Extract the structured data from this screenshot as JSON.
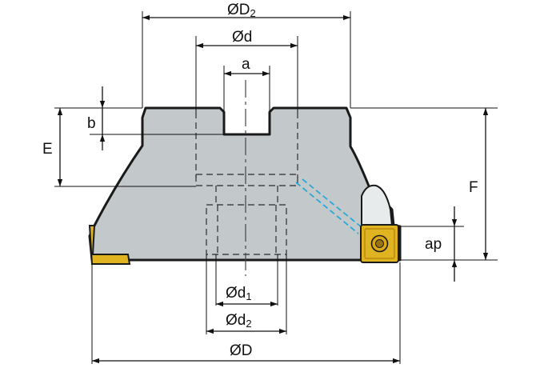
{
  "labels": {
    "D2": {
      "main": "ØD",
      "sub": "2"
    },
    "d": {
      "main": "Ød"
    },
    "a": {
      "main": "a"
    },
    "b": {
      "main": "b"
    },
    "E": {
      "main": "E"
    },
    "F": {
      "main": "F"
    },
    "ap": {
      "main": "ap"
    },
    "d1": {
      "main": "Ød",
      "sub": "1"
    },
    "d2": {
      "main": "Ød",
      "sub": "2"
    },
    "D": {
      "main": "ØD"
    }
  },
  "colors": {
    "body_fill": "#c3c9cb",
    "outline": "#1a1a1a",
    "hidden_line": "#444444",
    "coolant": "#2aa7d6",
    "insert_fill": "#e0b420",
    "insert_dark": "#b88a10",
    "dimension": "#111111"
  }
}
